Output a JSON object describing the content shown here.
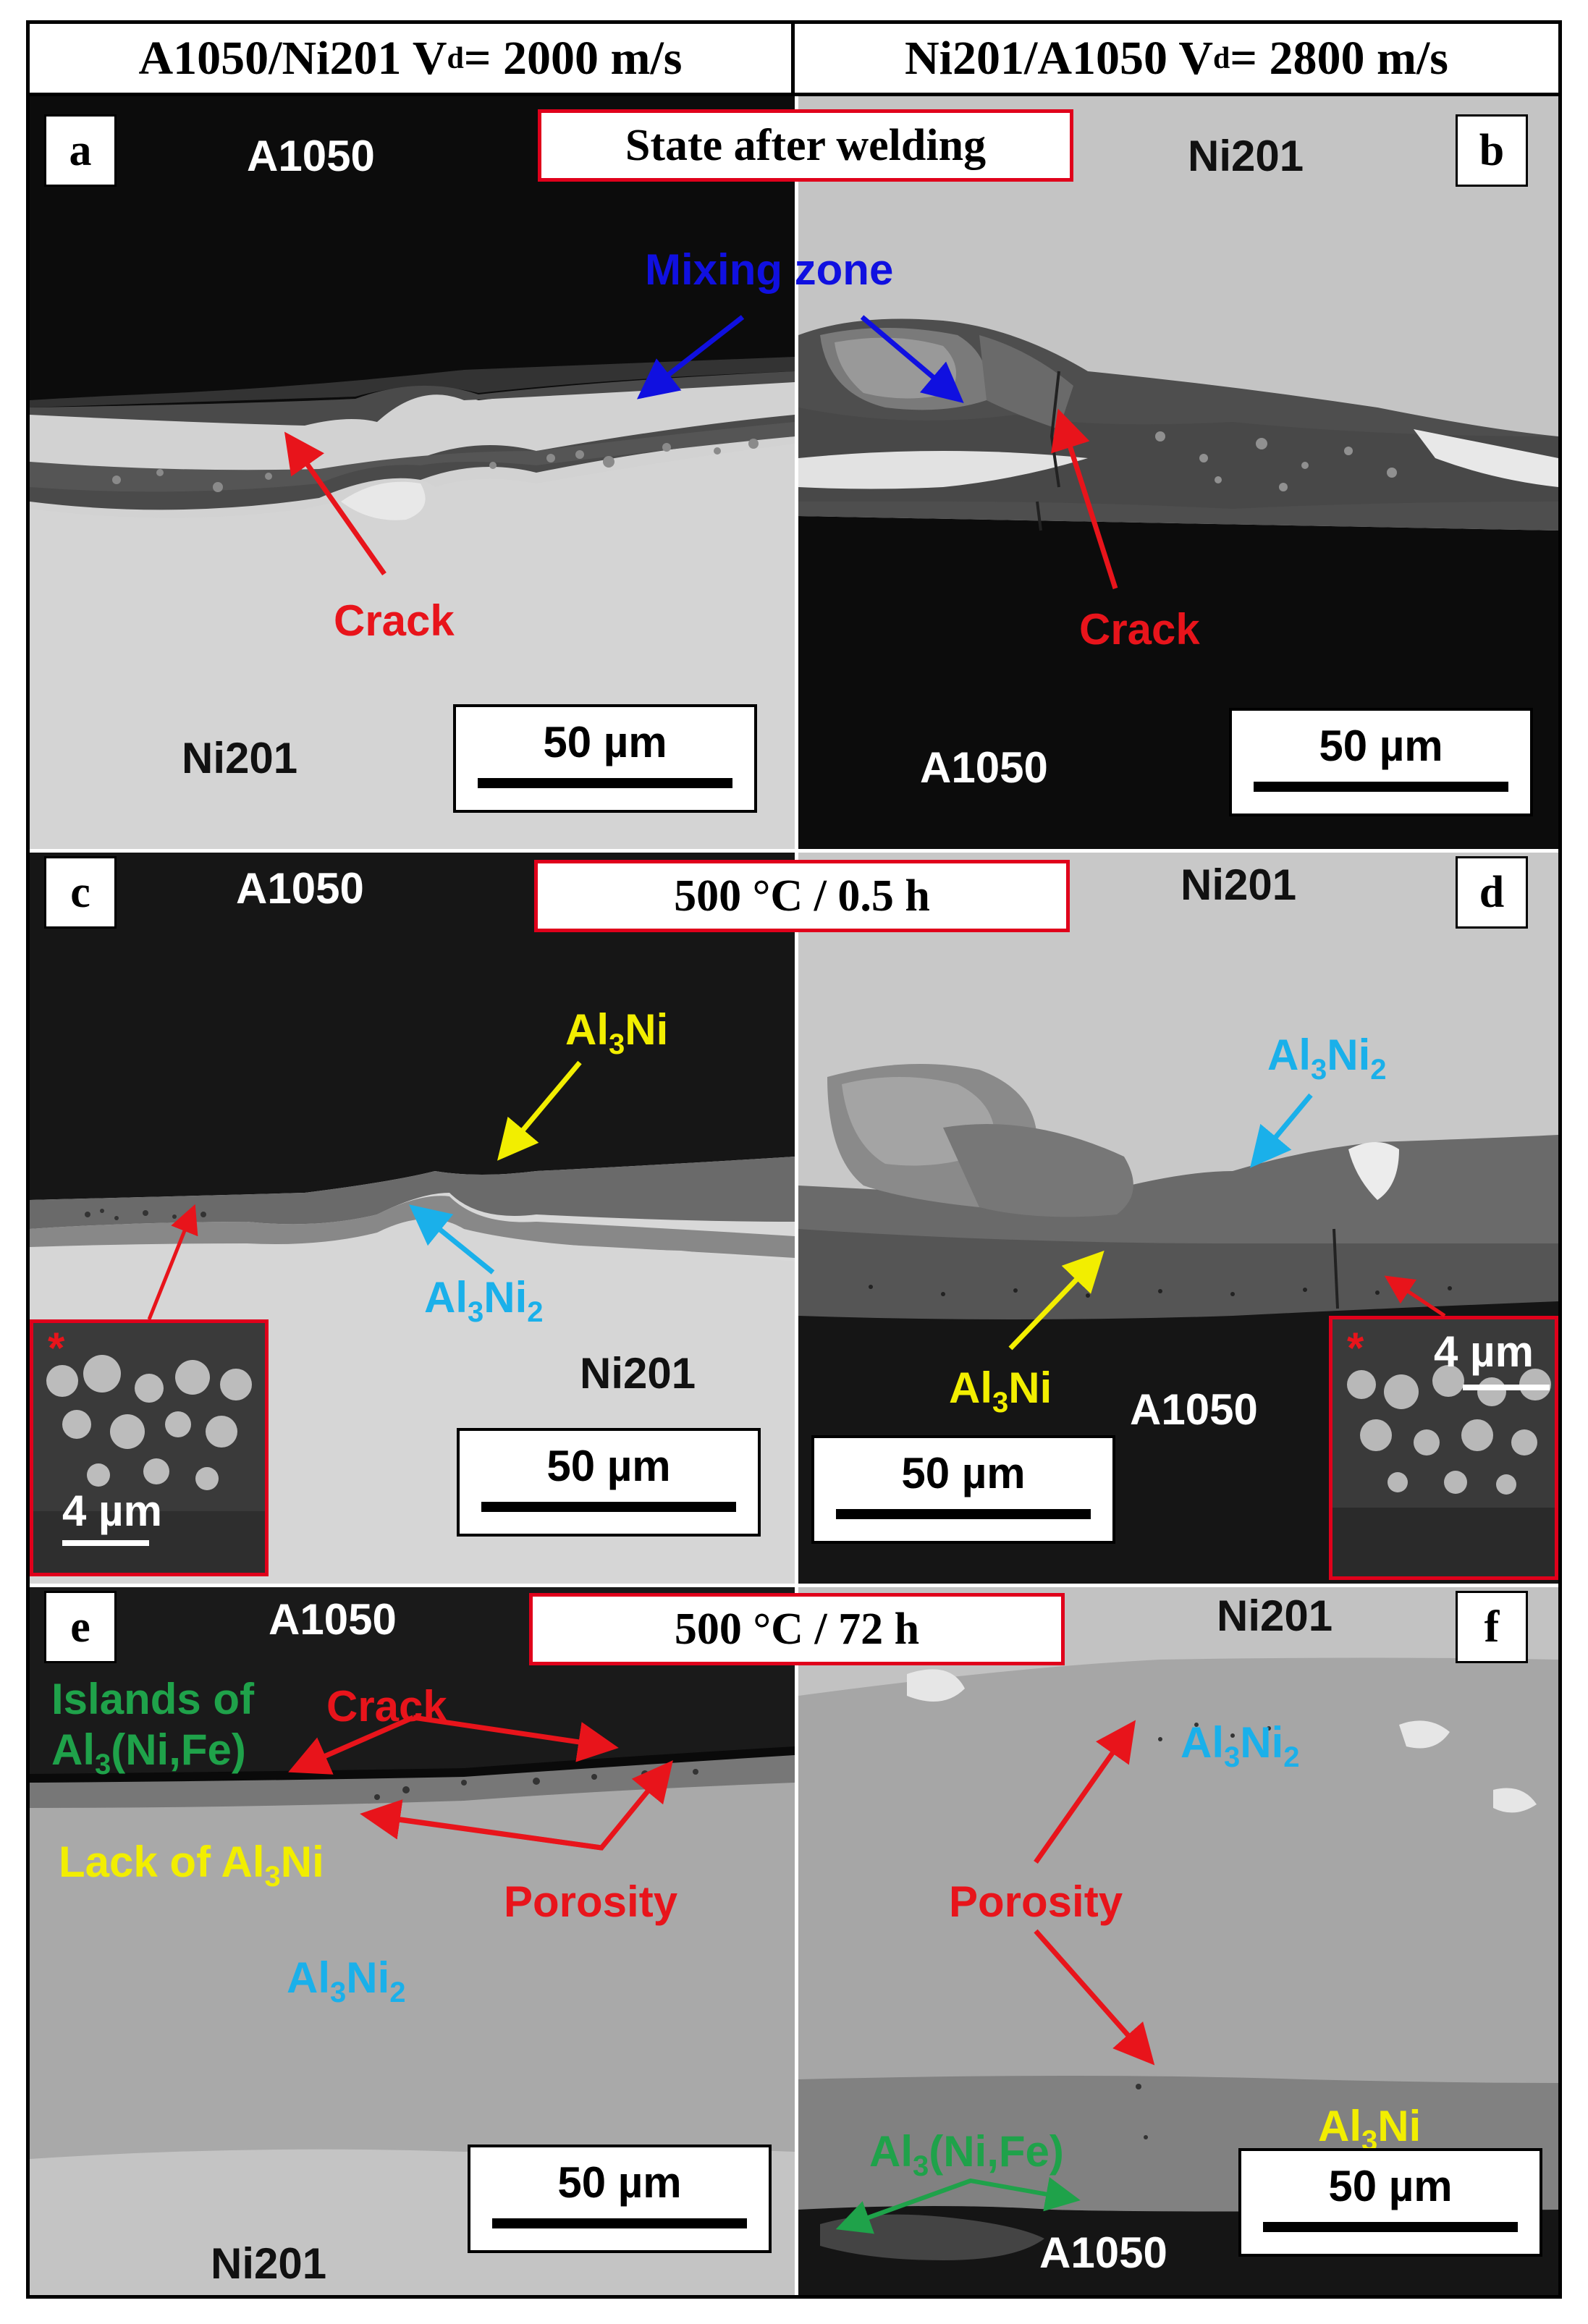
{
  "headers": {
    "left": {
      "main": "A1050/Ni201 V",
      "sub": "d",
      "rest": " = 2000 m/s"
    },
    "right": {
      "main": "Ni201/A1050 V",
      "sub": "d",
      "rest": " = 2800 m/s"
    }
  },
  "conditions": {
    "row1": "State after welding",
    "row2": "500 °C / 0.5 h",
    "row3": "500 °C / 72 h"
  },
  "panels": {
    "a": {
      "letter": "a",
      "top_material": "A1050",
      "bottom_material": "Ni201",
      "crack": "Crack",
      "scale": "50 µm"
    },
    "b": {
      "letter": "b",
      "top_material": "Ni201",
      "bottom_material": "A1050",
      "mixing": "Mixing zone",
      "crack": "Crack",
      "scale": "50 µm"
    },
    "c": {
      "letter": "c",
      "top_material": "A1050",
      "bottom_material": "Ni201",
      "phase1_a": "Al",
      "phase1_s": "3",
      "phase1_b": "Ni",
      "phase2_a": "Al",
      "phase2_s1": "3",
      "phase2_b": "Ni",
      "phase2_s2": "2",
      "scale": "50 µm",
      "inset_scale": "4 µm",
      "inset_mark": "*"
    },
    "d": {
      "letter": "d",
      "top_material": "Ni201",
      "bottom_material": "A1050",
      "phase1_a": "Al",
      "phase1_s": "3",
      "phase1_b": "Ni",
      "phase2_a": "Al",
      "phase2_s1": "3",
      "phase2_b": "Ni",
      "phase2_s2": "2",
      "scale": "50 µm",
      "inset_scale": "4 µm",
      "inset_mark": "*"
    },
    "e": {
      "letter": "e",
      "top_material": "A1050",
      "bottom_material": "Ni201",
      "islands_1": "Islands of",
      "islands_2a": "Al",
      "islands_2s": "3",
      "islands_2b": "(Ni,Fe)",
      "crack": "Crack",
      "lack_a": "Lack of Al",
      "lack_s": "3",
      "lack_b": "Ni",
      "porosity": "Porosity",
      "phase_a": "Al",
      "phase_s1": "3",
      "phase_b": "Ni",
      "phase_s2": "2",
      "scale": "50 µm"
    },
    "f": {
      "letter": "f",
      "top_material": "Ni201",
      "bottom_material": "A1050",
      "phase2_a": "Al",
      "phase2_s1": "3",
      "phase2_b": "Ni",
      "phase2_s2": "2",
      "porosity": "Porosity",
      "phase1_a": "Al",
      "phase1_s": "3",
      "phase1_b": "Ni",
      "phase3_a": "Al",
      "phase3_s": "3",
      "phase3_b": "(Ni,Fe)",
      "scale": "50 µm"
    }
  },
  "colors": {
    "red": "#e8141b",
    "blue": "#1010e0",
    "cyan": "#1ab0ea",
    "yellow": "#f2ee00",
    "green": "#1fa24a",
    "white": "#ffffff",
    "black": "#000000"
  }
}
